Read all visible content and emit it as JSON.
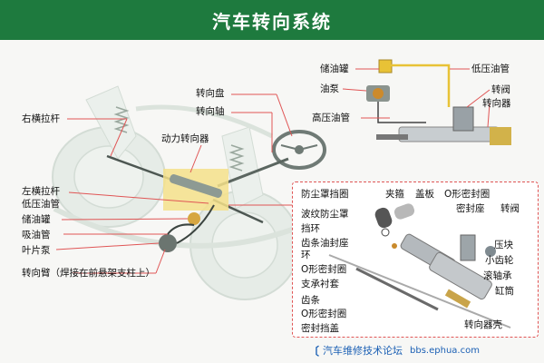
{
  "title": "汽车转向系统",
  "labels_main": {
    "steering_wheel": "转向盘",
    "steering_shaft": "转向轴",
    "right_tie_rod": "右横拉杆",
    "power_steering_gear": "动力转向器",
    "left_tie_rod": "左横拉杆",
    "low_pressure_pipe": "低压油管",
    "reservoir": "储油罐",
    "suction_pipe": "吸油管",
    "vane_pump": "叶片泵",
    "steering_arm": "转向臂（焊接在前悬架支柱上）"
  },
  "labels_top_right": {
    "reservoir": "储油罐",
    "oil_pump": "油泵",
    "high_pressure_pipe": "高压油管",
    "low_pressure_pipe": "低压油管",
    "steering_valve": "转阀",
    "steering_gear": "转向器"
  },
  "labels_detail": {
    "dust_cover_ring": "防尘罩挡圈",
    "clamp": "夹箍",
    "cover_plate": "盖板",
    "o_ring_1": "O形密封圈",
    "bellows": "波纹防尘罩",
    "seal_seat": "密封座",
    "rotary_valve": "转阀",
    "retaining_ring": "挡环",
    "rack_seal_seat": "齿条油封座",
    "ring": "环",
    "press_block": "压块",
    "pinion": "小齿轮",
    "o_ring_2": "O形密封圈",
    "roller_bearing": "滚轴承",
    "bushing": "支承衬套",
    "cylinder": "缸筒",
    "rack": "齿条",
    "o_ring_3": "O形密封圈",
    "seal_cover": "密封挡盖",
    "housing": "转向器壳"
  },
  "footer": {
    "logo": "〔",
    "text": "汽车维修技术论坛",
    "url": "bbs.ephua.com"
  },
  "colors": {
    "title_bg": "#1e7a3e",
    "leader_line": "#e05555",
    "highlight": "#f4e08a"
  }
}
